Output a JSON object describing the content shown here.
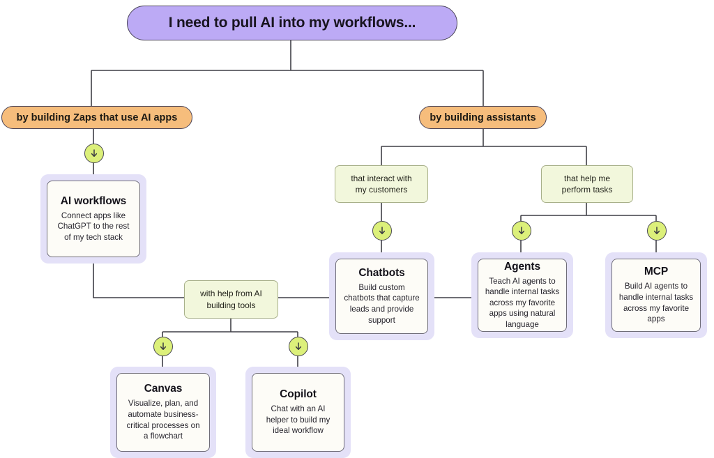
{
  "diagram": {
    "title": "I need to pull AI into my workflows...",
    "root": {
      "label": "I need to pull AI into my workflows..."
    },
    "branches": [
      {
        "label": "by building Zaps that use AI apps"
      },
      {
        "label": "by building assistants"
      }
    ],
    "qualifiers": [
      {
        "label": "that interact with\nmy customers"
      },
      {
        "label": "that help me\nperform tasks"
      },
      {
        "label": "with help from AI\nbuilding tools"
      }
    ],
    "cards": [
      {
        "title": "AI workflows",
        "desc": "Connect apps like ChatGPT to the rest of my tech stack"
      },
      {
        "title": "Chatbots",
        "desc": "Build custom chatbots that capture leads and provide support"
      },
      {
        "title": "Agents",
        "desc": "Teach AI agents to handle internal tasks across my favorite apps using natural language"
      },
      {
        "title": "MCP",
        "desc": "Build AI agents to handle internal tasks across my favorite apps"
      },
      {
        "title": "Canvas",
        "desc": "Visualize, plan, and automate business-critical processes on a flowchart"
      },
      {
        "title": "Copilot",
        "desc": "Chat with an AI helper to build my ideal workflow"
      }
    ],
    "icons": {
      "arrow_down": "arrow-down-icon"
    },
    "colors": {
      "root_fill": "#bcaaf5",
      "branch_fill": "#f6bd7c",
      "qualifier_fill": "#f2f7dc",
      "card_frame": "#e4e1f8",
      "card_fill": "#fdfcf7",
      "badge_fill": "#dcf07a",
      "edge_stroke": "#3f3f46"
    }
  }
}
